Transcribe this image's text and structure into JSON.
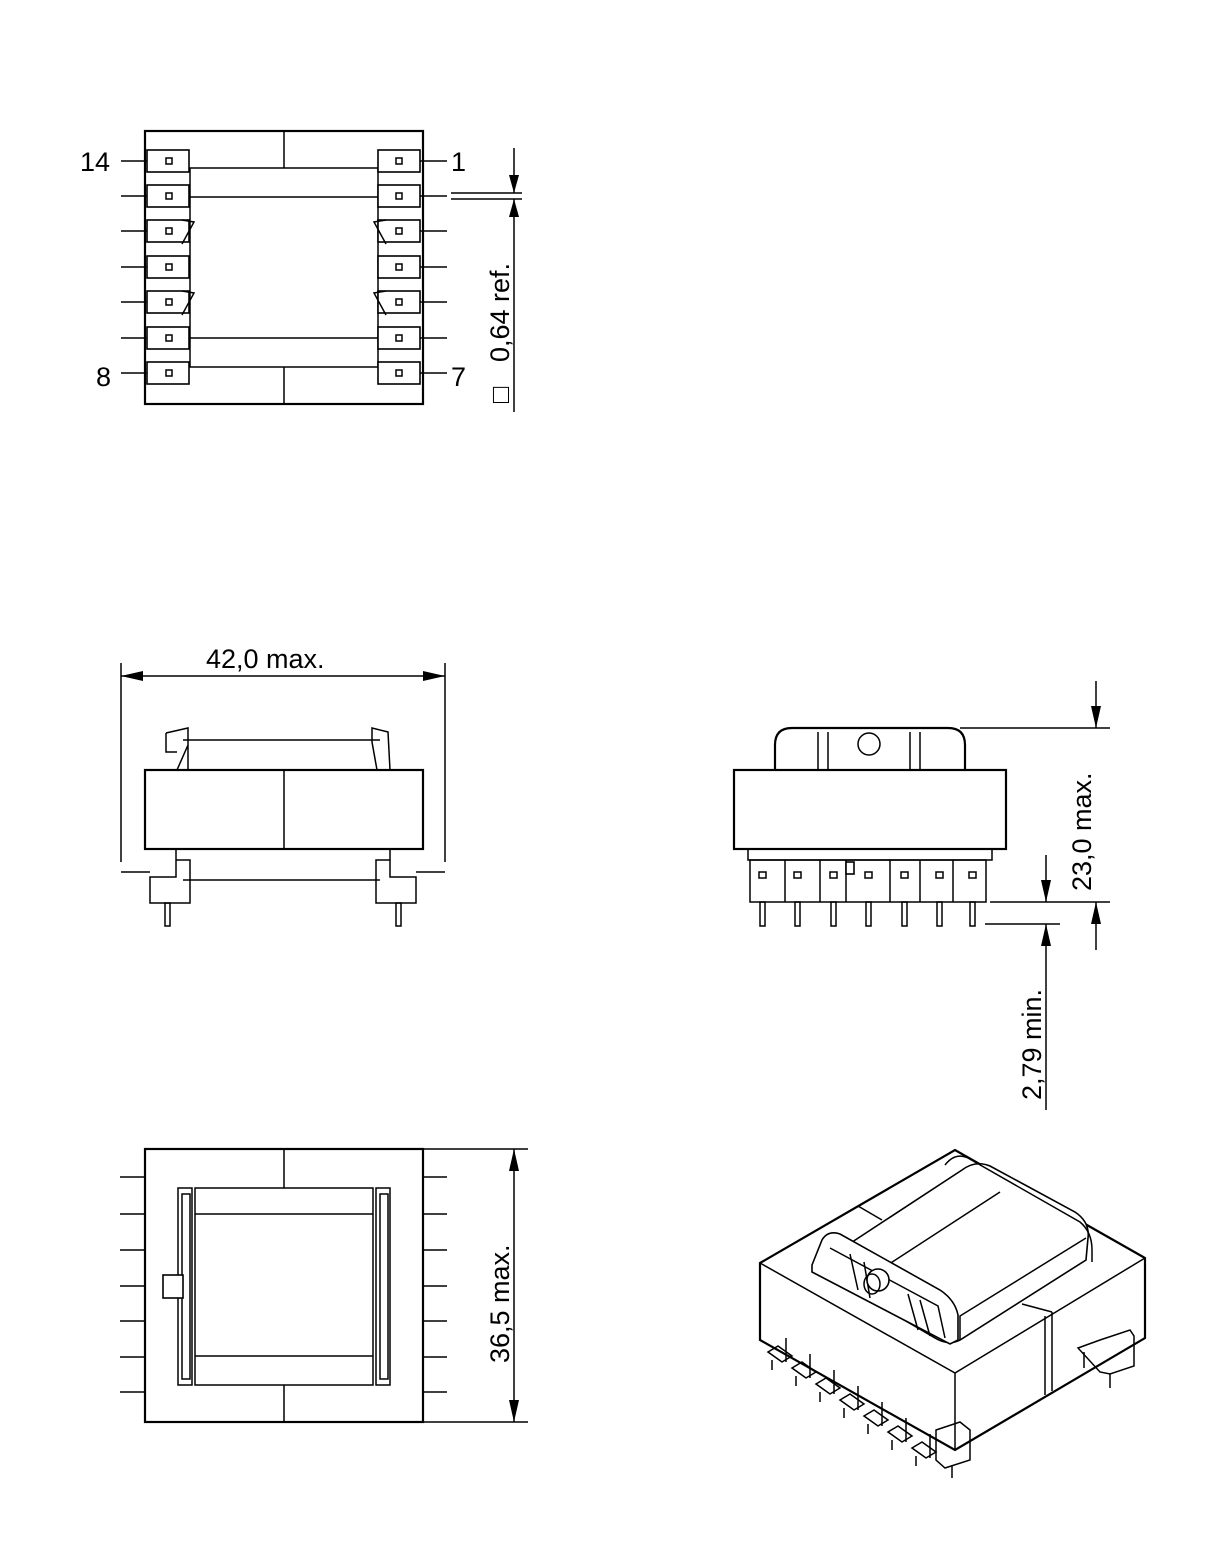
{
  "top_view": {
    "pin_label_14": "14",
    "pin_label_1": "1",
    "pin_label_8": "8",
    "pin_label_7": "7",
    "pin_dimension": "0,64  ref.",
    "square_symbol": "□"
  },
  "side_view": {
    "width_dimension": "42,0  max."
  },
  "front_view": {
    "height_dimension": "23,0  max.",
    "pin_length_dimension": "2,79  min."
  },
  "bottom_view": {
    "depth_dimension": "36,5  max."
  }
}
